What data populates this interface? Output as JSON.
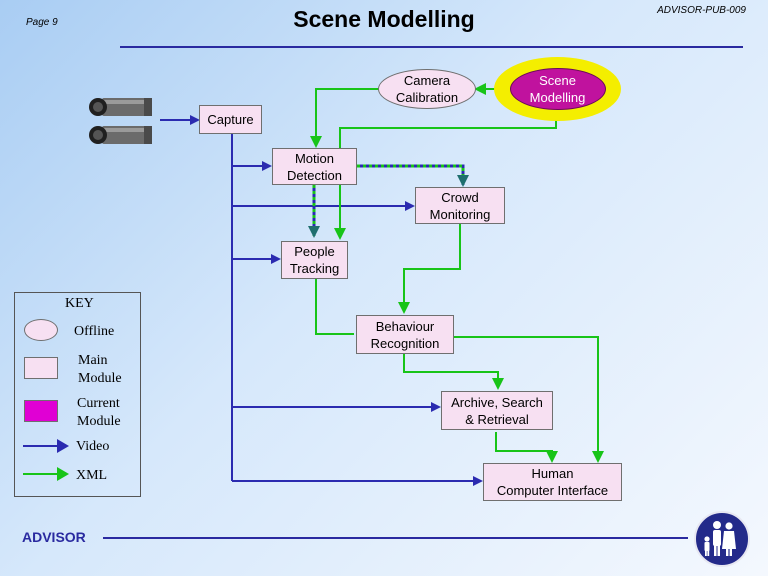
{
  "header": {
    "page": "Page 9",
    "title": "Scene Modelling",
    "doc_id": "ADVISOR-PUB-009"
  },
  "footer": {
    "brand": "ADVISOR"
  },
  "nodes": {
    "capture": "Capture",
    "camera_calibration": [
      "Camera",
      "Calibration"
    ],
    "scene_modelling": [
      "Scene",
      "Modelling"
    ],
    "motion_detection": [
      "Motion",
      "Detection"
    ],
    "crowd_monitoring": [
      "Crowd",
      "Monitoring"
    ],
    "people_tracking": [
      "People",
      "Tracking"
    ],
    "behaviour_recognition": [
      "Behaviour",
      "Recognition"
    ],
    "archive": [
      "Archive, Search",
      "& Retrieval"
    ],
    "hci": [
      "Human",
      "Computer Interface"
    ]
  },
  "key": {
    "title": "KEY",
    "offline": "Offline",
    "main_module": [
      "Main",
      "Module"
    ],
    "current_module": [
      "Current",
      "Module"
    ],
    "video": "Video",
    "xml": "XML"
  },
  "colors": {
    "video": "#2b2bb0",
    "xml": "#18c418",
    "current": "#c0129e",
    "highlight": "#f4ee00",
    "node": "#f7e0f2"
  },
  "icons": [
    "camera-icon",
    "family-logo-icon"
  ]
}
